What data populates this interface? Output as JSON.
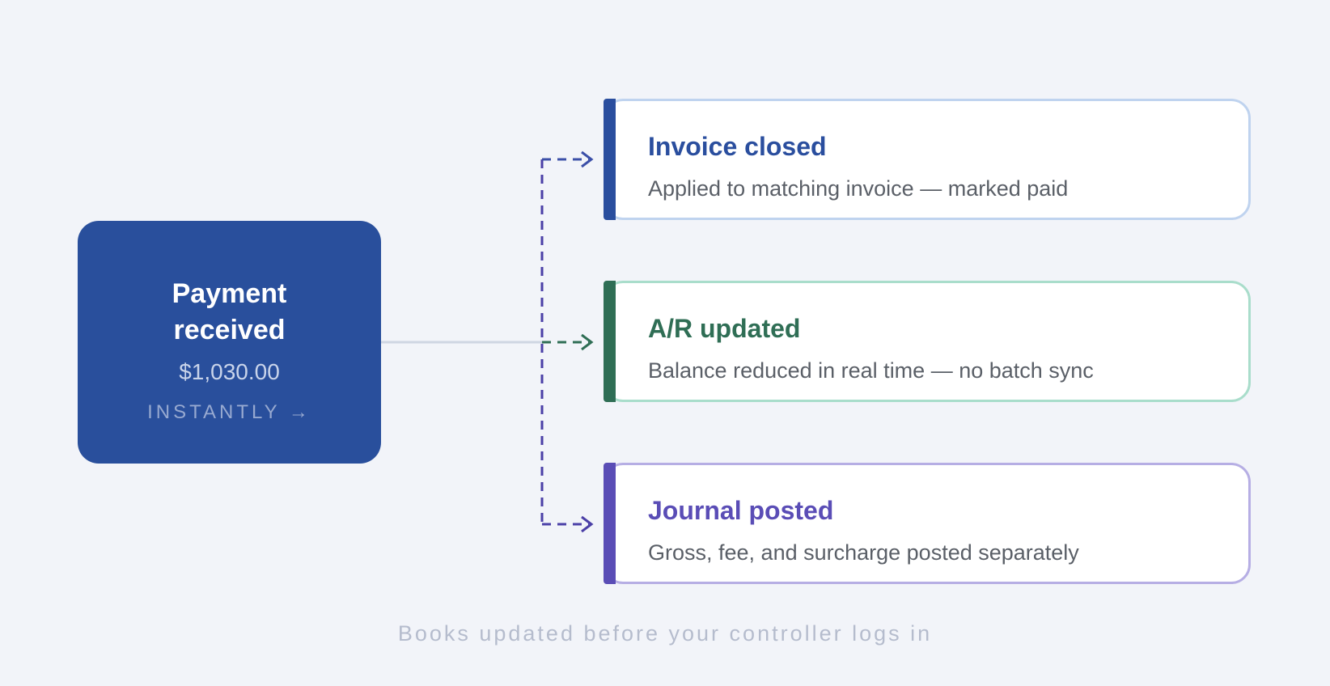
{
  "source": {
    "title_line1": "Payment",
    "title_line2": "received",
    "amount": "$1,030.00",
    "tag": "INSTANTLY →",
    "color": "#294f9c"
  },
  "outcomes": [
    {
      "title": "Invoice closed",
      "description": "Applied to matching invoice — marked paid",
      "accent": "#2a4e9e",
      "border": "#bfd3ef"
    },
    {
      "title": "A/R updated",
      "description": "Balance reduced in real time — no batch sync",
      "accent": "#2f6e55",
      "border": "#a9ddcb"
    },
    {
      "title": "Journal posted",
      "description": "Gross, fee, and surcharge posted separately",
      "accent": "#5a4db6",
      "border": "#b6aee4"
    }
  ],
  "footer": "Books updated before your controller logs in"
}
